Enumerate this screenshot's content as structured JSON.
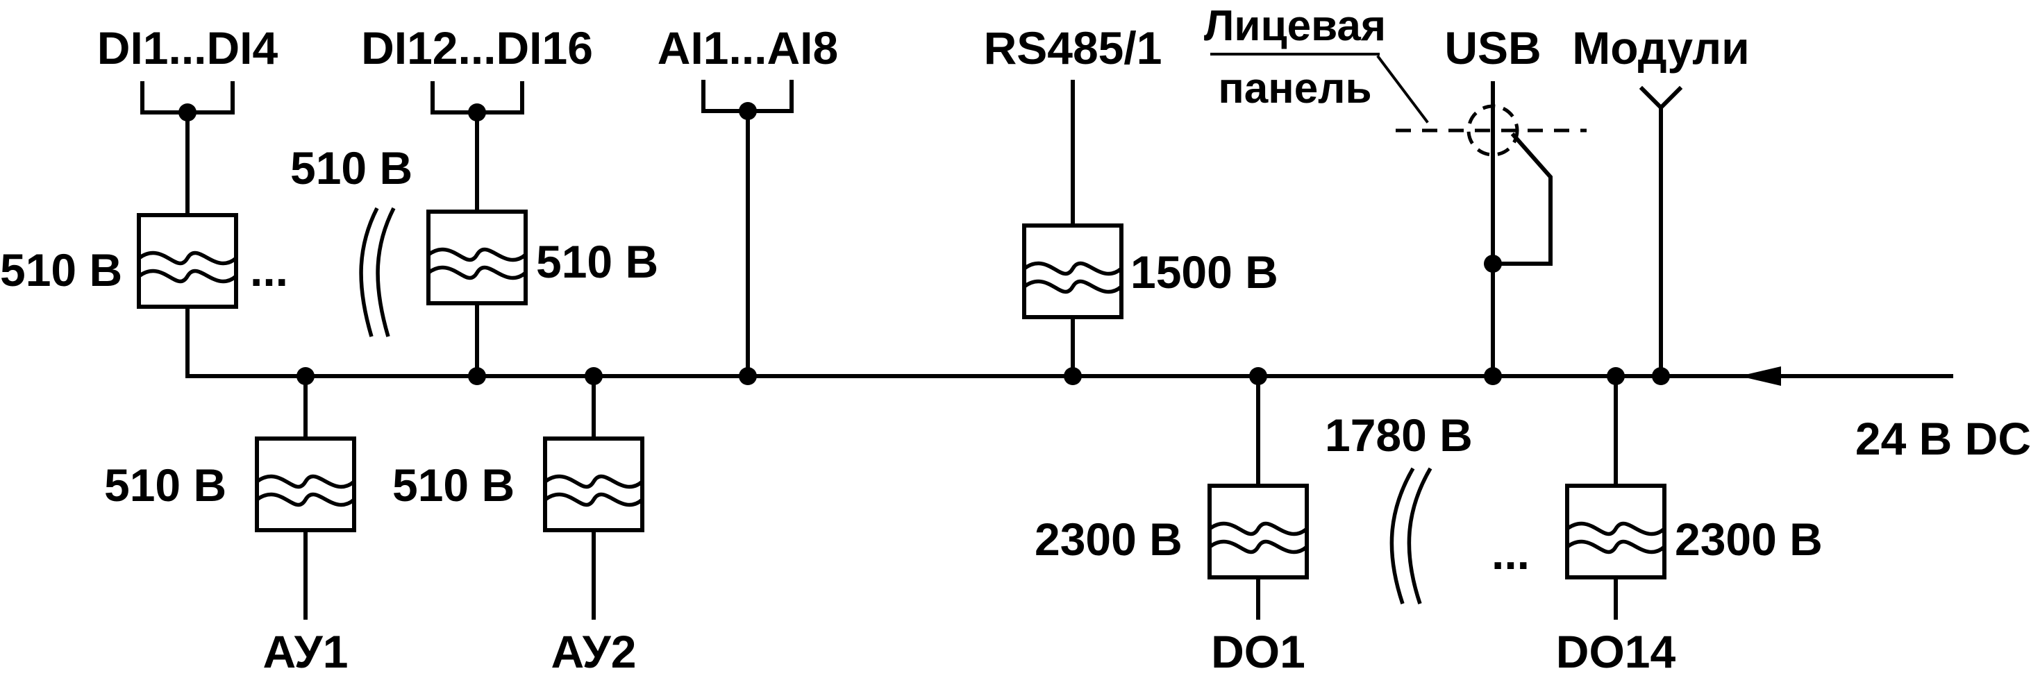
{
  "inputs": {
    "di1": "DI1...DI4",
    "di12": "DI12...DI16",
    "ai": "AI1...AI8",
    "rs485": "RS485/1",
    "front_panel_line1": "Лицевая",
    "front_panel_line2": "панель",
    "usb": "USB",
    "modules": "Модули"
  },
  "voltages": {
    "di1": "510 В",
    "between_di": "510 В",
    "di12": "510 В",
    "ay1": "510 В",
    "ay2": "510 В",
    "rs485": "1500 В",
    "between_do": "1780 В",
    "do1": "2300 В",
    "do14": "2300 В"
  },
  "outputs": {
    "ay1": "АУ1",
    "ay2": "АУ2",
    "do1": "DO1",
    "do14": "DO14"
  },
  "power": {
    "label": "24 В DC"
  },
  "ellipsis": "...",
  "colors": {
    "line": "#000000",
    "background": "#ffffff"
  }
}
